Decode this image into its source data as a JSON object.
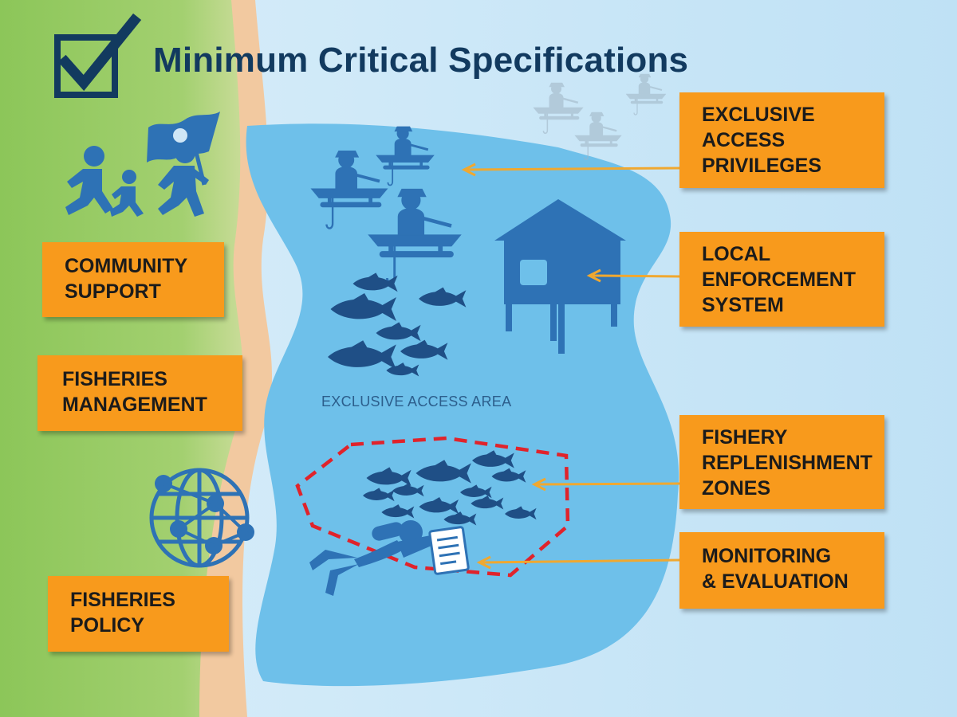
{
  "title": "Minimum Critical Specifications",
  "left_boxes": [
    {
      "lines": [
        "COMMUNITY",
        "SUPPORT"
      ]
    },
    {
      "lines": [
        "FISHERIES",
        "MANAGEMENT"
      ]
    },
    {
      "lines": [
        "FISHERIES",
        "POLICY"
      ]
    }
  ],
  "right_boxes": [
    {
      "lines": [
        "EXCLUSIVE",
        "ACCESS",
        "PRIVILEGES"
      ]
    },
    {
      "lines": [
        "LOCAL",
        "ENFORCEMENT",
        "SYSTEM"
      ]
    },
    {
      "lines": [
        "FISHERY",
        "REPLENISHMENT",
        "ZONES"
      ]
    },
    {
      "lines": [
        "MONITORING",
        "& EVALUATION"
      ]
    }
  ],
  "area_label": "EXCLUSIVE ACCESS AREA",
  "icons": [
    "checkbox-check-icon",
    "running-family-flag-icon",
    "globe-network-icon",
    "fisher-boat-icon",
    "stilt-house-icon",
    "fish-icon",
    "scuba-diver-icon",
    "clipboard-icon"
  ],
  "colors": {
    "land": "#8dc85a",
    "beach": "#f2c9a0",
    "sea": "#c9e6f7",
    "lagoon": "#6fc0ea",
    "icon_blue": "#2e72b5",
    "title_navy": "#123a5f",
    "box_orange": "#f89a1c",
    "arrow": "#f0a830",
    "zone_dash": "#e0232b"
  }
}
